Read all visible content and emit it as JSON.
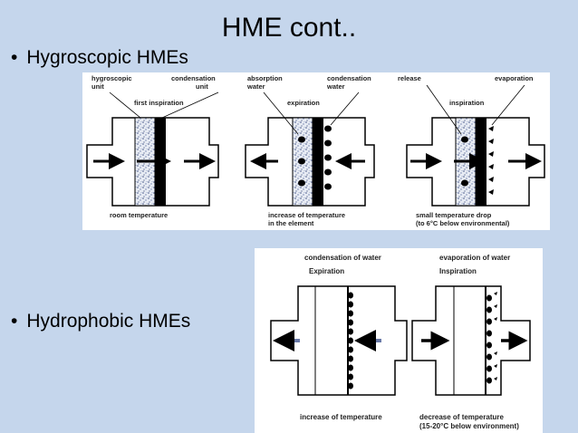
{
  "slide": {
    "title": "HME cont..",
    "bullets": [
      {
        "marker": "•",
        "text": "Hygroscopic HMEs"
      },
      {
        "marker": "•",
        "text": "Hydrophobic HMEs"
      }
    ]
  },
  "figure_hygroscopic": {
    "panels": [
      {
        "top_labels": [
          "hygroscopic",
          "unit",
          "condensation",
          "unit"
        ],
        "mid_label": "first inspiration",
        "bottom_labels": [
          "room temperature",
          ""
        ]
      },
      {
        "top_labels": [
          "absorption",
          "water",
          "condensation",
          "water"
        ],
        "mid_label": "expiration",
        "bottom_labels": [
          "increase of temperature",
          "in the element"
        ]
      },
      {
        "top_labels": [
          "release",
          "",
          "evaporation",
          ""
        ],
        "mid_label": "inspiration",
        "bottom_labels": [
          "small temperature drop",
          "(to 6°C below environmental)"
        ]
      }
    ]
  },
  "figure_hydrophobic": {
    "panels": [
      {
        "top_label": "condensation of water",
        "mid_label": "Expiration",
        "bottom_label": [
          "increase of temperature",
          ""
        ]
      },
      {
        "top_label": "evaporation of water",
        "mid_label": "Inspiration",
        "bottom_label": [
          "decrease of temperature",
          "(15-20°C below environment)"
        ]
      }
    ]
  }
}
